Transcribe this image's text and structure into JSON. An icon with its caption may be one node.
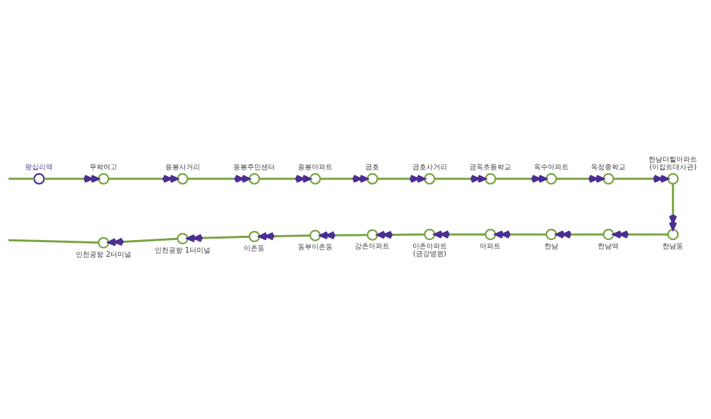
{
  "diagram": {
    "nodes": [
      {
        "text": [],
        "shape": "circle",
        "beside": [
          "왕십리역"
        ]
      },
      {
        "text": [],
        "shape": "circle",
        "beside": [
          "무학여고"
        ]
      },
      {
        "text": [],
        "shape": "circle",
        "beside": [
          "응봉사거리"
        ]
      },
      {
        "text": [],
        "shape": "circle",
        "beside": [
          "응봉주민센터"
        ]
      },
      {
        "text": [],
        "shape": "circle",
        "beside": [
          "응봉아파트"
        ]
      },
      {
        "text": [],
        "shape": "circle",
        "beside": [
          "금호"
        ]
      },
      {
        "text": [],
        "shape": "circle",
        "beside": [
          "금호사거리"
        ]
      },
      {
        "text": [],
        "shape": "circle",
        "beside": [
          "금옥초등학교"
        ]
      },
      {
        "text": [],
        "shape": "circle",
        "beside": [
          "옥수아파트"
        ]
      },
      {
        "text": [],
        "shape": "circle",
        "beside": [
          "옥정중학교"
        ]
      },
      {
        "text": [],
        "shape": "circle",
        "beside": [
          "한남더힐아파트 (이집트대사관)"
        ]
      },
      {
        "text": [],
        "shape": "circle",
        "beside": [
          "한남동"
        ]
      },
      {
        "text": [],
        "shape": "circle",
        "beside": [
          "한남역"
        ]
      },
      {
        "text": [],
        "shape": "circle",
        "beside": [
          "한남"
        ]
      },
      {
        "text": [],
        "shape": "circle",
        "beside": [
          "아파트"
        ]
      },
      {
        "text": [],
        "shape": "circle",
        "beside": [
          "이촌아파트 (금강병원)"
        ]
      },
      {
        "text": [],
        "shape": "circle",
        "beside": [
          "강촌아파트"
        ]
      },
      {
        "text": [],
        "shape": "circle",
        "beside": [
          "동부이촌동"
        ]
      },
      {
        "text": [],
        "shape": "circle",
        "beside": [
          "이촌동"
        ]
      },
      {
        "text": [],
        "shape": "circle",
        "beside": [
          "인천공항 1터미널"
        ]
      },
      {
        "text": [],
        "shape": "circle",
        "beside": [
          "인천공항 2터미널"
        ]
      }
    ],
    "edges": [
      {
        "from": null,
        "to": 0,
        "arrow": "none"
      },
      {
        "from": 0,
        "to": 1,
        "arrow": "to"
      },
      {
        "from": 1,
        "to": 2,
        "arrow": "to"
      },
      {
        "from": 2,
        "to": 3,
        "arrow": "to"
      },
      {
        "from": 3,
        "to": 4,
        "arrow": "to"
      },
      {
        "from": 4,
        "to": 5,
        "arrow": "to"
      },
      {
        "from": 5,
        "to": 6,
        "arrow": "to"
      },
      {
        "from": 6,
        "to": 7,
        "arrow": "to"
      },
      {
        "from": 7,
        "to": 8,
        "arrow": "to"
      },
      {
        "from": 8,
        "to": 9,
        "arrow": "to"
      },
      {
        "from": 9,
        "to": 10,
        "arrow": "to"
      },
      {
        "from": 10,
        "to": 11,
        "arrow": "to"
      },
      {
        "from": 11,
        "to": 12,
        "arrow": "to"
      },
      {
        "from": 12,
        "to": 13,
        "arrow": "to"
      },
      {
        "from": 13,
        "to": 14,
        "arrow": "to"
      },
      {
        "from": 14,
        "to": 15,
        "arrow": "to"
      },
      {
        "from": 15,
        "to": 16,
        "arrow": "to"
      },
      {
        "from": 16,
        "to": 17,
        "arrow": "to"
      },
      {
        "from": 17,
        "to": 18,
        "arrow": "to"
      },
      {
        "from": 18,
        "to": 19,
        "arrow": "to"
      },
      {
        "from": 19,
        "to": 20,
        "arrow": "to"
      },
      {
        "from": 20,
        "to": null,
        "arrow": "none"
      }
    ]
  }
}
